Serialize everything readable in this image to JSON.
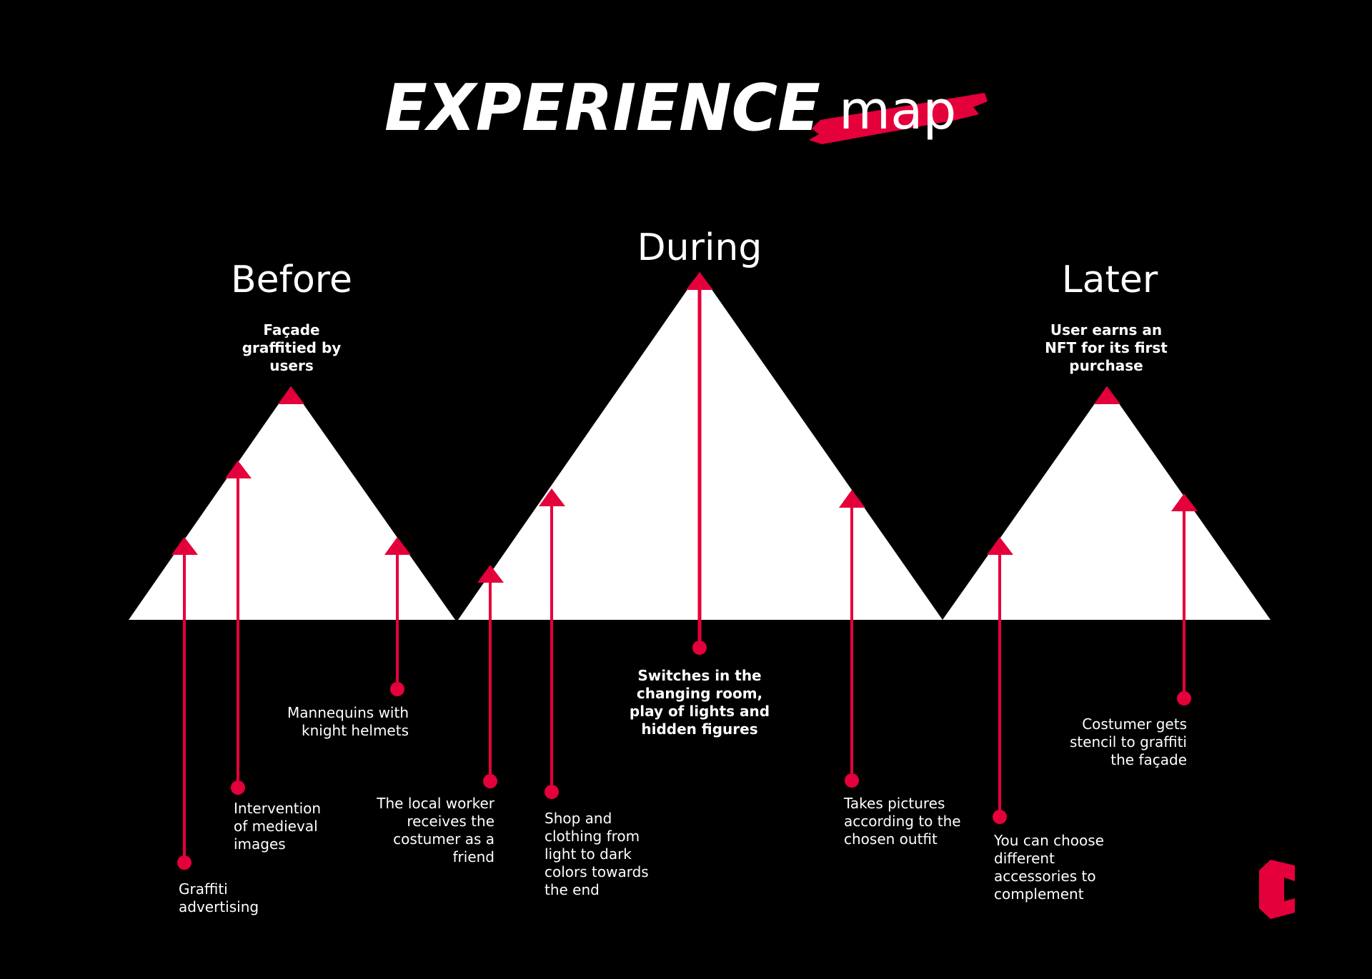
{
  "title": {
    "main": "EXPERIENCE",
    "sub": "map"
  },
  "colors": {
    "background": "#000000",
    "mountain": "#ffffff",
    "accent": "#e4003b",
    "text": "#ffffff"
  },
  "phases": [
    {
      "label": "Before"
    },
    {
      "label": "During"
    },
    {
      "label": "Later"
    }
  ],
  "touchpoints": [
    {
      "id": "before-peak",
      "text": "Façade\ngraffitied by\nusers"
    },
    {
      "id": "before-graffiti",
      "text": "Graffiti\nadvertising"
    },
    {
      "id": "before-medieval",
      "text": "Intervention\nof medieval\nimages"
    },
    {
      "id": "before-mannequins",
      "text": "Mannequins with\nknight helmets"
    },
    {
      "id": "during-worker",
      "text": "The local worker\nreceives the\ncostumer as a\nfriend"
    },
    {
      "id": "during-shop",
      "text": "Shop and\nclothing  from\nlight to dark\ncolors towards\nthe end"
    },
    {
      "id": "during-peak",
      "text": "Switches in the\nchanging room,\nplay of lights and\nhidden figures"
    },
    {
      "id": "during-pictures",
      "text": "Takes pictures\naccording to the\nchosen outfit"
    },
    {
      "id": "later-peak",
      "text": "User earns an\nNFT for its first\npurchase"
    },
    {
      "id": "later-accessories",
      "text": "You can choose\ndifferent\naccessories to\ncomplement"
    },
    {
      "id": "later-stencil",
      "text": "Costumer gets\nstencil to graffiti\nthe façade"
    }
  ],
  "logo": {
    "icon": "brand-c-logo-icon"
  }
}
